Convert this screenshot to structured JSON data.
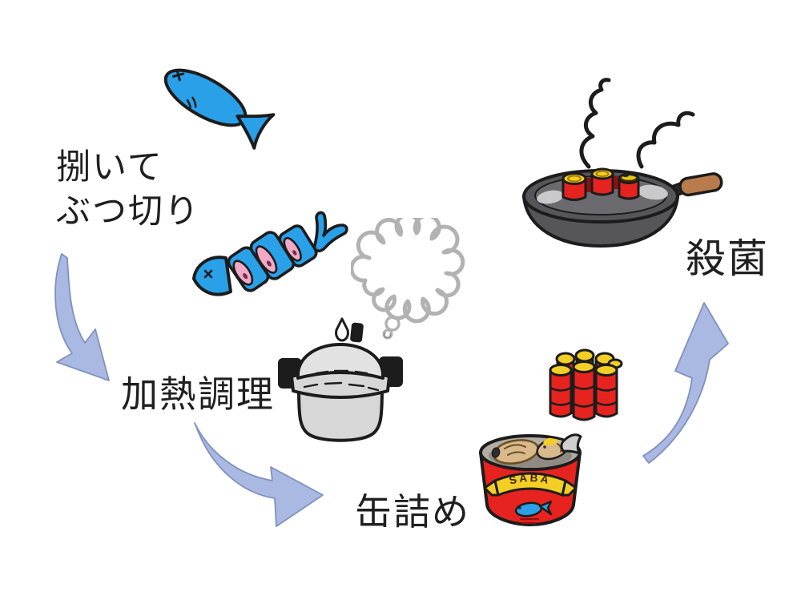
{
  "diagram": {
    "kind": "canning-process-flow",
    "steps": [
      {
        "name": "cut-fish",
        "label_lines": [
          "捌いて",
          "ぶつ切り"
        ],
        "icons": [
          "fish-whole-icon",
          "fish-cut-icon"
        ]
      },
      {
        "name": "heat-cooking",
        "label_lines": [
          "加熱調理"
        ],
        "icons": [
          "pressure-cooker-icon",
          "steam-cloud-icon"
        ]
      },
      {
        "name": "canning",
        "label_lines": [
          "缶詰め"
        ],
        "icons": [
          "saba-can-icon",
          "fish-chunk-stack-icon"
        ]
      },
      {
        "name": "sterilization",
        "label_lines": [
          "殺菌"
        ],
        "icons": [
          "sterilizing-pan-icon",
          "steam-lines-icon"
        ]
      }
    ],
    "arrows": [
      {
        "from": "cut-fish",
        "to": "heat-cooking"
      },
      {
        "from": "heat-cooking",
        "to": "canning"
      },
      {
        "from": "canning",
        "to": "sterilization"
      }
    ]
  },
  "can": {
    "banner_text": "SABA"
  },
  "colors": {
    "ink": "#1c1c1c",
    "text": "#1f1f1f",
    "fish-blue": "#2aa0e8",
    "flesh-pink": "#f2a9c6",
    "arrow-blue": "#a9b9e2",
    "arrow-edge": "#8091c0",
    "can-red": "#e6231f",
    "dark-red": "#8c1210",
    "chunk-yellow": "#f3cf25",
    "pan-gray": "#56565a",
    "pan-inner": "#6b6b6f",
    "water-gray": "#c9c9cb",
    "cooker-gray": "#d7d7d7",
    "lid-gray": "#e2e2e2",
    "handle-brown": "#b87c4c",
    "cloud-gray": "#b2b2b2",
    "tan": "#d8b98c",
    "tan-dark": "#6b4e22",
    "rim-gray": "#b3ada3"
  }
}
